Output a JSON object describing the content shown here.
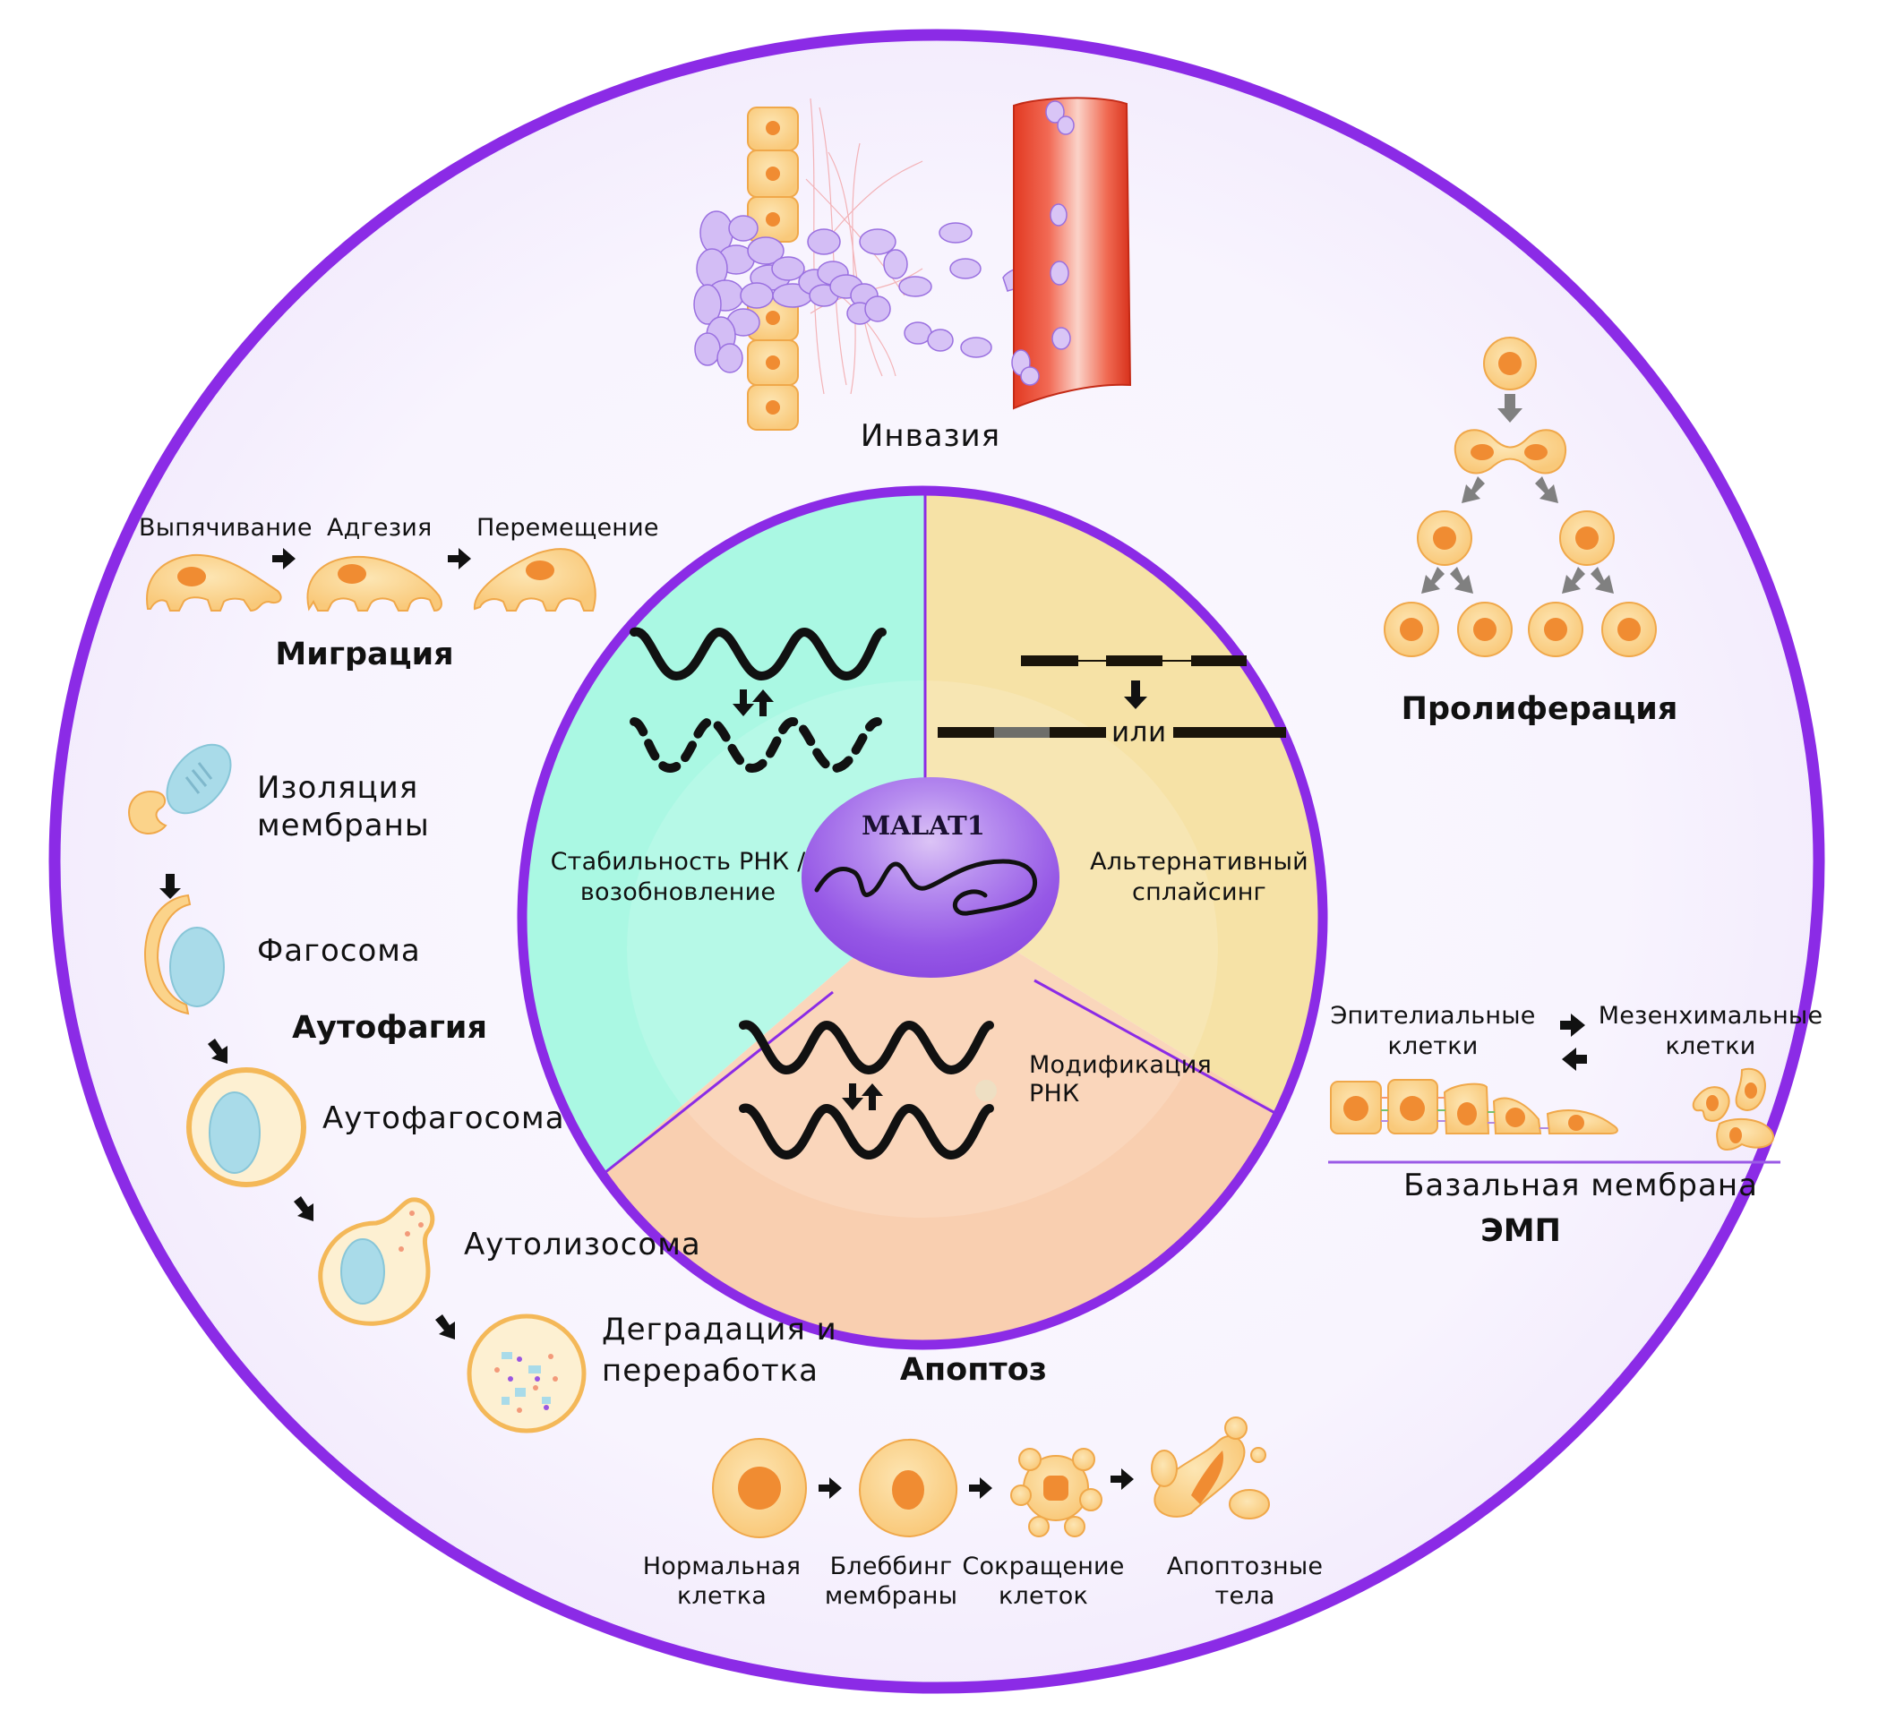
{
  "center": {
    "title": "MALAT1",
    "segments": [
      {
        "id": "stability",
        "label_lines": [
          "Стабильность РНК /",
          "возобновление"
        ],
        "color": "#aaf8e3"
      },
      {
        "id": "splicing",
        "label_lines": [
          "Альтернативный",
          "сплайсинг"
        ],
        "color": "#f6e2a6",
        "or_label": "или"
      },
      {
        "id": "modification",
        "label_lines": [
          "Модификация",
          "РНК"
        ],
        "color": "#f9cfb0"
      }
    ]
  },
  "processes": {
    "invasion": {
      "title": "Инвазия"
    },
    "migration": {
      "title": "Миграция",
      "steps": [
        "Выпячивание",
        "Адгезия",
        "Перемещение"
      ]
    },
    "proliferation": {
      "title": "Пролиферация"
    },
    "autophagy": {
      "title": "Аутофагия",
      "steps": [
        {
          "lines": [
            "Изоляция",
            "мембраны"
          ]
        },
        {
          "lines": [
            "Фагосома"
          ]
        },
        {
          "lines": [
            "Аутофагосома"
          ]
        },
        {
          "lines": [
            "Аутолизосома"
          ]
        },
        {
          "lines": [
            "Деградация и",
            "переработка"
          ]
        }
      ]
    },
    "apoptosis": {
      "title": "Апоптоз",
      "steps": [
        {
          "lines": [
            "Нормальная",
            "клетка"
          ]
        },
        {
          "lines": [
            "Блеббинг",
            "мембраны"
          ]
        },
        {
          "lines": [
            "Сокращение",
            "клеток"
          ]
        },
        {
          "lines": [
            "Апоптозные",
            "тела"
          ]
        }
      ]
    },
    "emt": {
      "title": "ЭМП",
      "epithelial_lines": [
        "Эпителиальные",
        "клетки"
      ],
      "mesenchymal_lines": [
        "Мезенхимальные",
        "клетки"
      ],
      "membrane_label": "Базальная мембрана"
    }
  },
  "colors": {
    "ring": "#8b2be6",
    "background": "#f5f0fd",
    "cell_fill": "#fbd38a",
    "cell_nucleus": "#f08c32",
    "tumor_cell": "#cdb6f3",
    "vessel": "#e8402e",
    "mito": "#a9dbe9"
  }
}
